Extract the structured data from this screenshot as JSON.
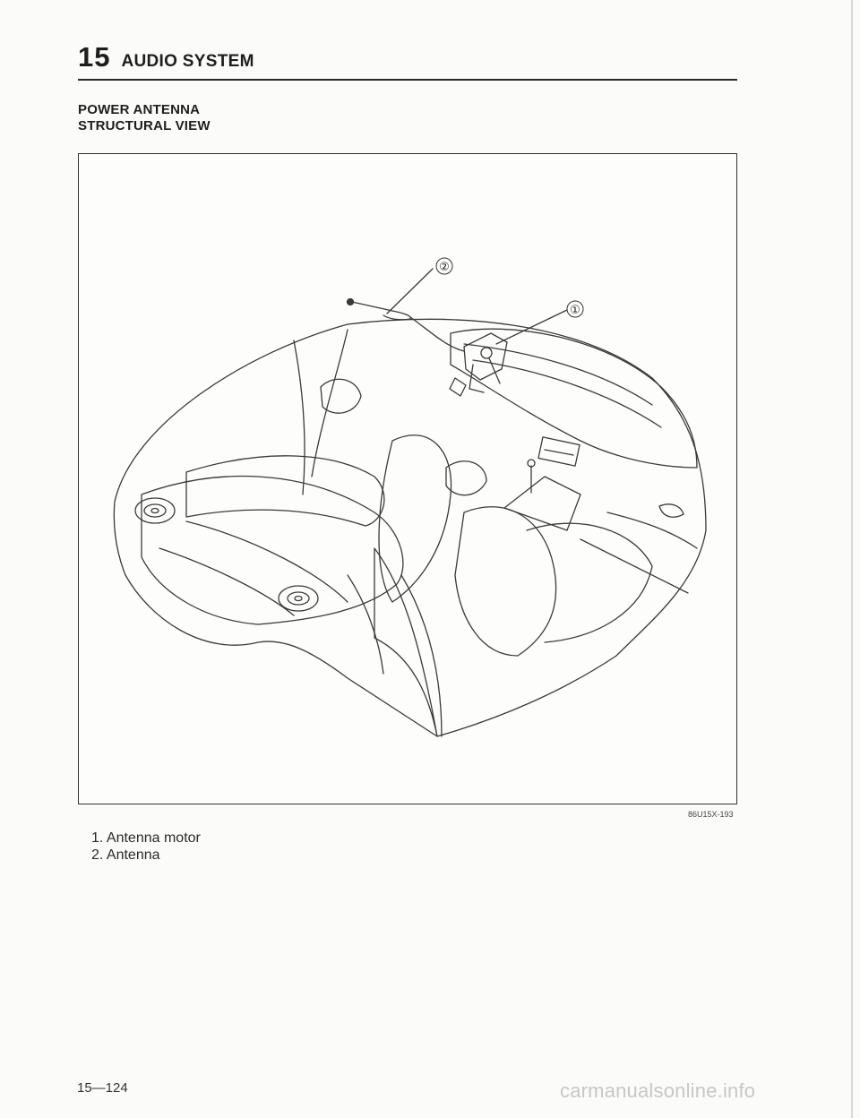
{
  "header": {
    "section_number": "15",
    "section_title": "AUDIO SYSTEM"
  },
  "subheading": {
    "line1": "POWER ANTENNA",
    "line2": "STRUCTURAL VIEW"
  },
  "figure": {
    "callout_1": "①",
    "callout_2": "②",
    "code": "86U15X-193"
  },
  "legend": [
    {
      "text": "1. Antenna motor"
    },
    {
      "text": "2. Antenna"
    }
  ],
  "footer": {
    "page_number": "15—124",
    "watermark": "carmanualsonline.info"
  }
}
